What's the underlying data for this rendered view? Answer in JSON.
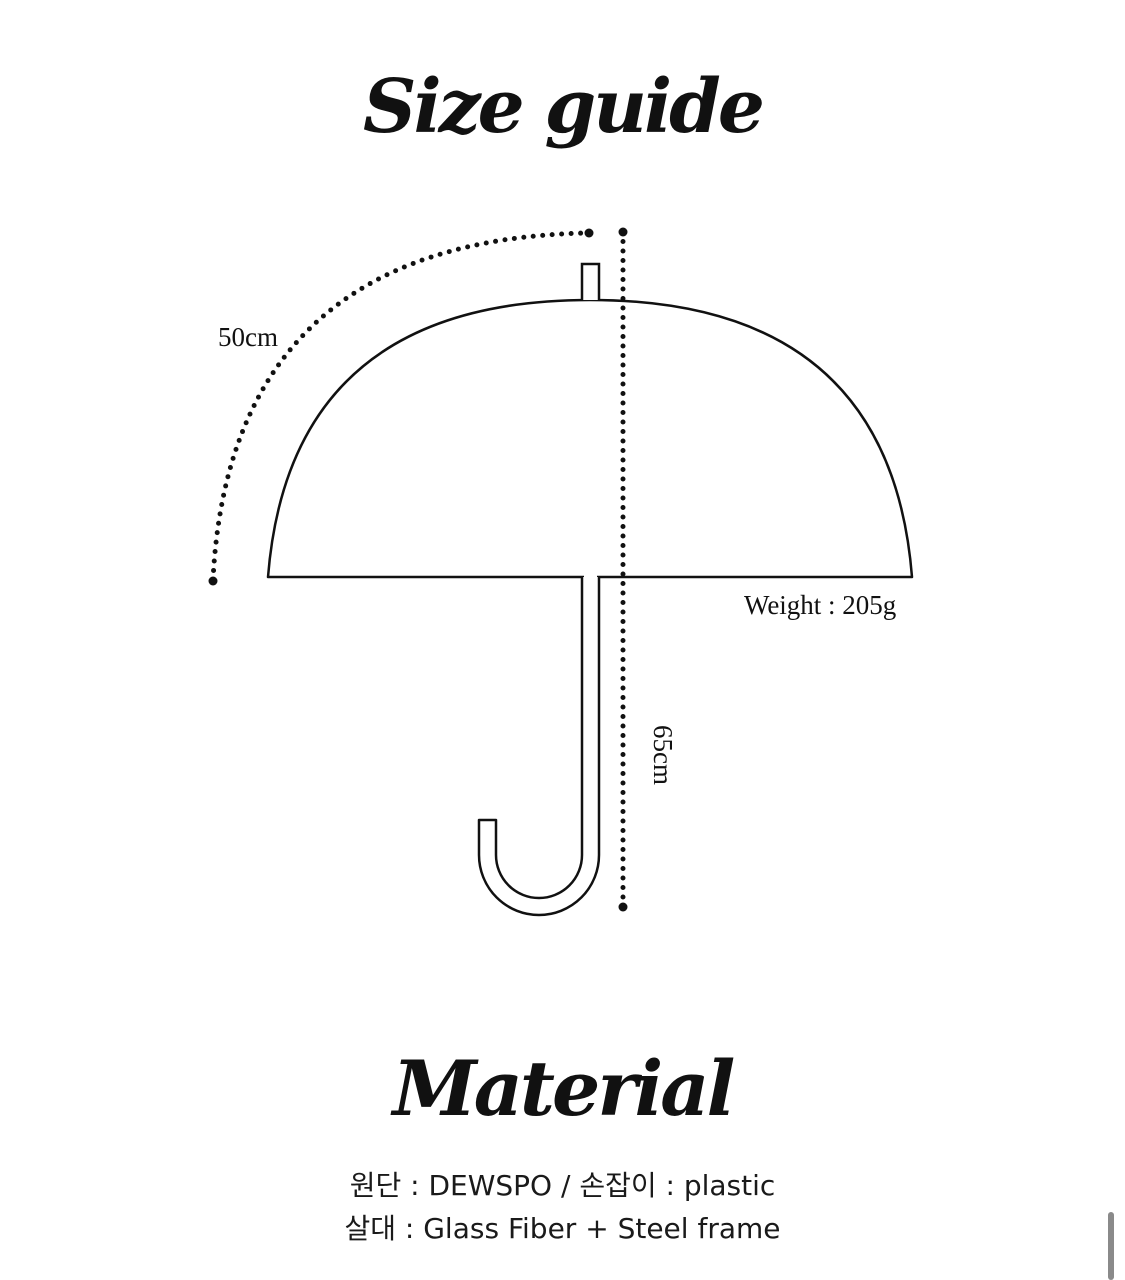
{
  "size_guide": {
    "title": "Size guide",
    "arc_length_label": "50cm",
    "height_label": "65cm",
    "weight_label": "Weight : 205g"
  },
  "material": {
    "title": "Material",
    "line_1": "원단 : DEWSPO / 손잡이 : plastic",
    "line_2": "살대 : Glass Fiber + Steel frame"
  },
  "colors": {
    "line": "#111111",
    "background": "#ffffff"
  },
  "icons": {
    "diagram": "umbrella-outline-icon"
  }
}
